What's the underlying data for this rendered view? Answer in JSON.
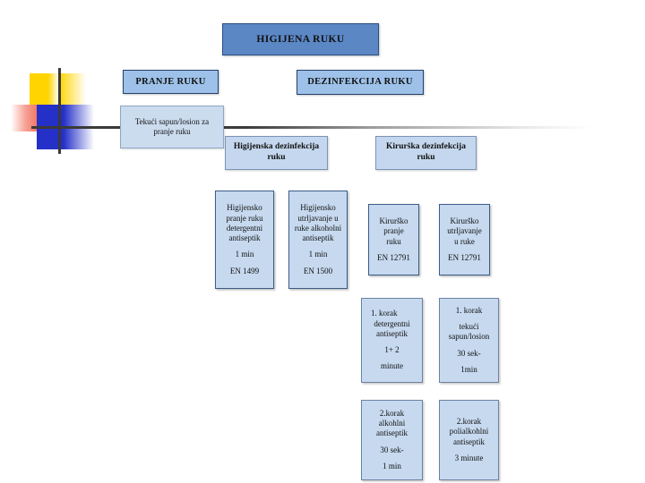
{
  "diagram": {
    "title": "HIGIJENA RUKU",
    "type": "flowchart",
    "language": "hr",
    "logo": {
      "name": "decorative-logo",
      "colors": {
        "yellow": "#ffd400",
        "red": "#ef3b24",
        "blue": "#2430c8",
        "rule": "#3a3a3a"
      }
    },
    "palette": {
      "title_box": "#5b87c5",
      "branch_box": "#9dc1e8",
      "sub_box": "#c4d7ee",
      "leaf_box": "#c6d9ef",
      "border_dark": "#26406b"
    },
    "nodes": {
      "root": {
        "label": "HIGIJENA RUKU"
      },
      "branch_wash": {
        "label": "PRANJE RUKU"
      },
      "branch_disinfect": {
        "label": "DEZINFEKCIJA RUKU"
      },
      "wash_detail": {
        "line1": "Tekući sapun/losion za",
        "line2": "pranje ruku"
      },
      "hygienic_disinfection": {
        "line1": "Higijenska dezinfekcija",
        "line2": "ruku"
      },
      "surgical_disinfection": {
        "line1": "Kirurška dezinfekcija",
        "line2": "ruku"
      },
      "hygienic_wash": {
        "line1": "Higijensko",
        "line2": "pranje ruku",
        "line3": "detergentni",
        "line4": "antiseptik",
        "duration": "1 min",
        "standard": "EN 1499"
      },
      "hygienic_rub": {
        "line1": "Higijensko",
        "line2": "utrljavanje u",
        "line3": "ruke alkoholni",
        "line4": "antiseptik",
        "duration": "1 min",
        "standard": "EN 1500"
      },
      "surgical_wash": {
        "line1": "Kirurško",
        "line2": "pranje",
        "line3": "ruku",
        "standard": "EN 12791"
      },
      "surgical_rub": {
        "line1": "Kirurško",
        "line2": "utrljavanje",
        "line3": "u  ruke",
        "standard": "EN 12791"
      },
      "surgical_wash_step1": {
        "step": "1.   korak",
        "line2": "detergentni",
        "line3": "antiseptik",
        "duration1": "1+ 2",
        "duration2": "minute"
      },
      "surgical_rub_step1": {
        "step": "1.   korak",
        "line2": "tekući",
        "line3": "sapun/losion",
        "duration1": "30 sek-",
        "duration2": "1min"
      },
      "surgical_wash_step2": {
        "step": "2.korak",
        "line2": "alkohlni",
        "line3": "antiseptik",
        "duration1": "30 sek-",
        "duration2": "1 min"
      },
      "surgical_rub_step2": {
        "step": "2.korak",
        "line2": "polialkohlni",
        "line3": "antiseptik",
        "duration1": "3 minute",
        "duration2": ""
      }
    }
  }
}
